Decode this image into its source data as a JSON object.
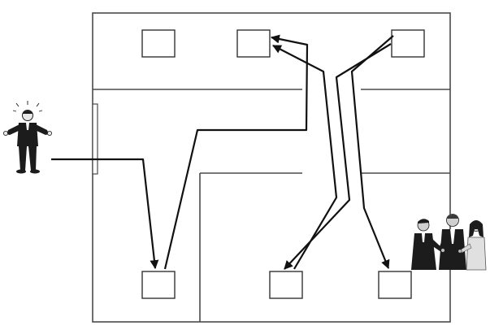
{
  "diagram": {
    "type": "office floor plan with movement flow arrows",
    "colors": {
      "background": "#ffffff",
      "wall": "#4a4a4a",
      "flow": "#111111",
      "figure_dark": "#1c1c1c",
      "figure_light": "#d9d9d9"
    },
    "figures": [
      {
        "name": "confused-person-figure",
        "icon": "person-shrugging-icon"
      },
      {
        "name": "business-group-figure",
        "icon": "people-handshake-icon"
      }
    ],
    "desks": 6,
    "flow_paths": 5
  }
}
